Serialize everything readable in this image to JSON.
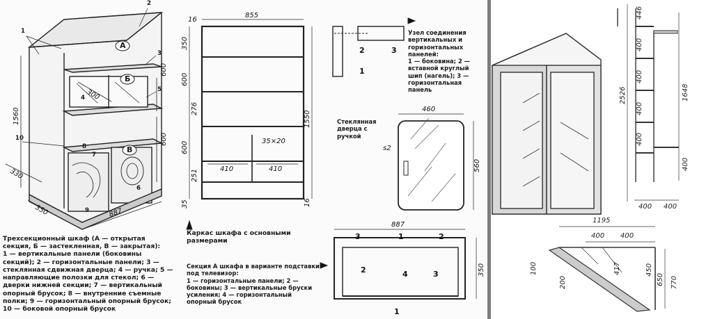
{
  "left_panel": {
    "caption_main": "Трехсекционный шкаф (А — открытая секция, Б — застекленная, В — закрытая):\n1 — вертикальные панели (боковины секций); 2 — горизонтальные панели; 3 — стеклянная сдвижная дверца; 4 — ручка; 5 — направляющие полозки для стекол; 6 — дверки нижней секции; 7 — вертикальный опорный брусок; 8 — внутренние съемные полки; 9 — горизонтальный опорный брусок; 10 — боковой опорный брусок",
    "caption_frame": "Каркас шкафа с основными размерами",
    "caption_section_a": "Секция А шкафа в варианте подставки под телевизор:\n1 — горизонтальные панели; 2 — боковины; 3 — вертикальные бруски усиления; 4 — горизонтальный опорный брусок",
    "caption_joint": "Узел соединения вертикальных и горизонтальных панелей:\n1 — боковина; 2 — вставной круглый шип (нагель); 3 — горизонтальная панель",
    "caption_glass_door": "Стеклянная дверца с ручкой",
    "section_labels": [
      "А",
      "Б",
      "В"
    ],
    "callouts": [
      "1",
      "2",
      "3",
      "4",
      "5",
      "6",
      "7",
      "8",
      "9",
      "10"
    ],
    "iso_dims": [
      "1560",
      "600",
      "600",
      "300",
      "330",
      "350",
      "887"
    ],
    "frame_dims": {
      "top": [
        "16",
        "855"
      ],
      "left": [
        "350",
        "600",
        "276",
        "600",
        "251",
        "35"
      ],
      "right": [
        "1550",
        "16"
      ],
      "inner": [
        "35×20",
        "410",
        "410"
      ]
    },
    "glass_dims": [
      "460",
      "560",
      "s2"
    ],
    "section_a_dims": [
      "887",
      "350"
    ],
    "section_a_callouts": [
      "1",
      "2",
      "3",
      "4",
      "2",
      "3",
      "1"
    ],
    "joint_callouts": [
      "1",
      "2",
      "3"
    ]
  },
  "right_panel": {
    "dims_vertical": [
      "446",
      "400",
      "400",
      "400",
      "400",
      "400"
    ],
    "dims_overall": [
      "2526",
      "1648"
    ],
    "dims_bottom": [
      "400",
      "400"
    ],
    "plan_dims": [
      "1195",
      "400",
      "400",
      "100",
      "200",
      "417",
      "450",
      "650",
      "770"
    ]
  }
}
